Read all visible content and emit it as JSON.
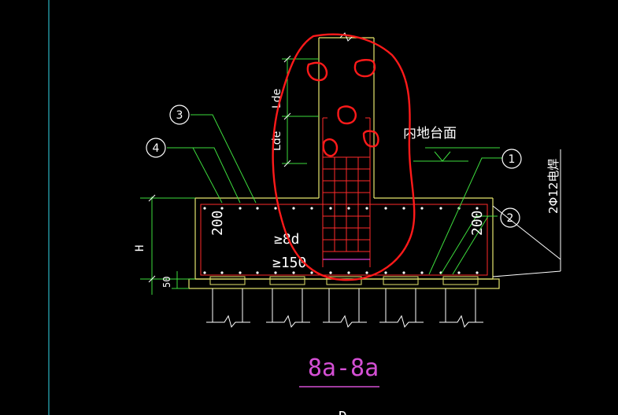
{
  "drawing": {
    "section_title": "8a-8a",
    "labels": {
      "dim_ldee_upper": "Ldе",
      "dim_ldee_lower": "Ldе",
      "inner_top": "内地台面",
      "rebar_note": "2Φ12电焊",
      "dim_200_left": "200",
      "dim_200_right": "200",
      "min_8d": "≥8d",
      "min_150": "≥150",
      "height_H": "H",
      "dim_50": "50",
      "bottom_partial": "D"
    },
    "callouts": [
      "1",
      "2",
      "3",
      "4"
    ]
  },
  "colors": {
    "background": "#000000",
    "outline_yellow": "#e6e66e",
    "leader_green": "#3ddc3d",
    "rebar_red": "#ff2a2a",
    "rebar_magenta": "#d63cd6",
    "markup_red": "#ff1a1a",
    "white": "#ffffff",
    "border_cyan": "#33d6e6",
    "title_magenta": "#d44fd4"
  }
}
